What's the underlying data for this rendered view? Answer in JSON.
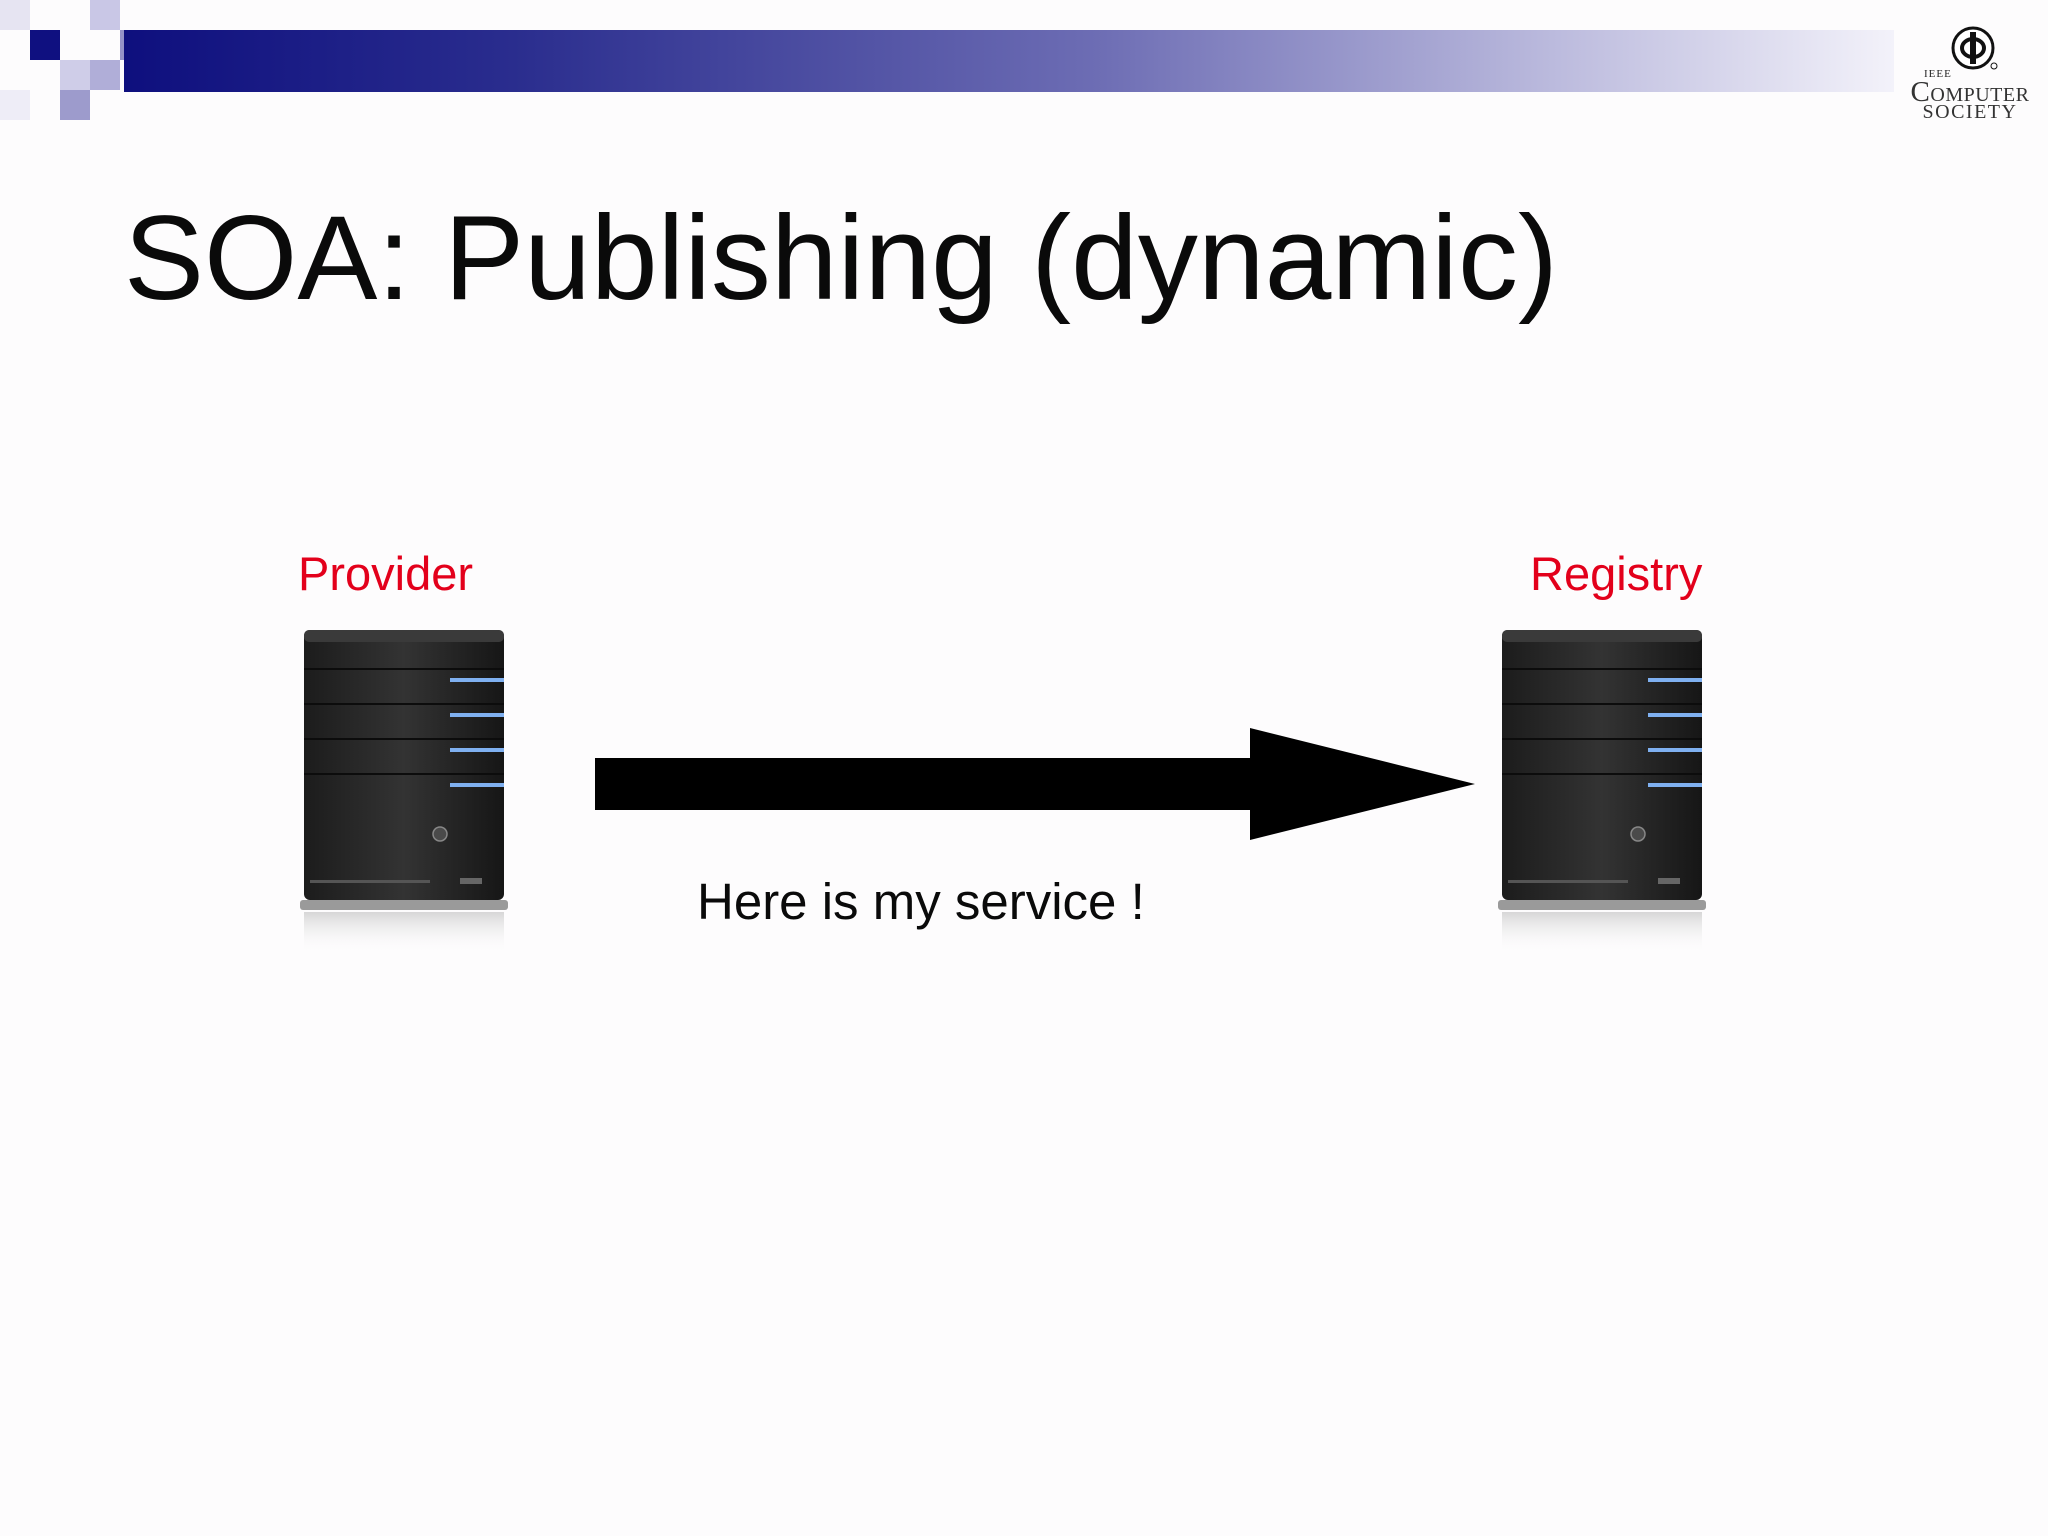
{
  "slide": {
    "title": "SOA: Publishing (dynamic)",
    "colors": {
      "title": "#0a0a0a",
      "node_label": "#e3001b",
      "header_dark": "#0e0f7e",
      "header_light": "#f3f2fa",
      "arrow": "#000000"
    }
  },
  "logo": {
    "ieee": "IEEE",
    "computer": "Computer",
    "society": "SOCIETY"
  },
  "diagram": {
    "provider": {
      "label": "Provider",
      "icon": "server-tower-icon"
    },
    "registry": {
      "label": "Registry",
      "icon": "server-tower-icon"
    },
    "arrow": {
      "direction": "provider-to-registry",
      "icon": "right-arrow-icon"
    },
    "message": "Here is my service !"
  }
}
